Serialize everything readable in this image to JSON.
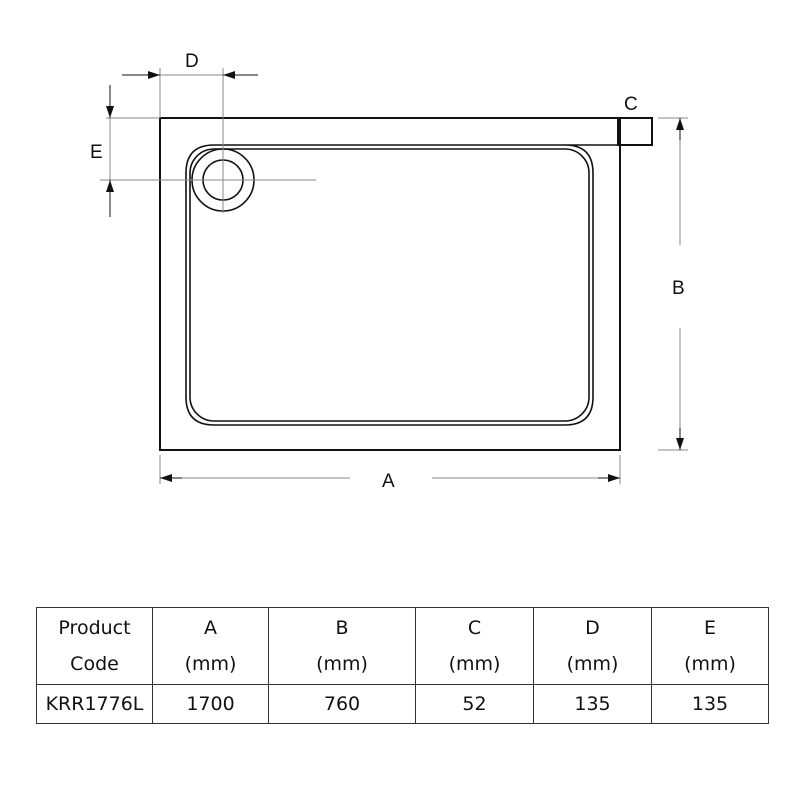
{
  "drawing": {
    "labels": {
      "A": "A",
      "B": "B",
      "C": "C",
      "D": "D",
      "E": "E"
    },
    "colors": {
      "outline": "#111111",
      "dimension_line": "#888888"
    }
  },
  "table": {
    "headers": [
      {
        "line1": "Product",
        "line2": "Code"
      },
      {
        "line1": "A",
        "line2": "(mm)"
      },
      {
        "line1": "B",
        "line2": "(mm)"
      },
      {
        "line1": "C",
        "line2": "(mm)"
      },
      {
        "line1": "D",
        "line2": "(mm)"
      },
      {
        "line1": "E",
        "line2": "(mm)"
      }
    ],
    "rows": [
      [
        "KRR1776L",
        "1700",
        "760",
        "52",
        "135",
        "135"
      ]
    ]
  }
}
